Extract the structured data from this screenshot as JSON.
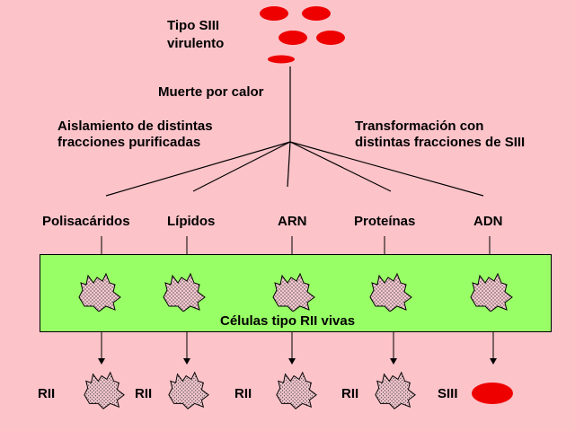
{
  "title_line1": "Tipo SIII",
  "title_line2": "virulento",
  "heat_label": "Muerte por calor",
  "left_caption": [
    "Aislamiento de distintas",
    "fracciones purificadas"
  ],
  "right_caption": [
    "Transformación con",
    "distintas fracciones de SIII"
  ],
  "fractions": [
    "Polisacáridos",
    "Lípidos",
    "ARN",
    "Proteínas",
    "ADN"
  ],
  "cell_box_label": "Células tipo RII vivas",
  "results": [
    "RII",
    "RII",
    "RII",
    "RII",
    "SIII"
  ],
  "colors": {
    "background": "#fcc3c9",
    "cell_box": "#99ff66",
    "siii_cell": "#ee0000",
    "rough_cell_fill": "#f6c8d0"
  }
}
